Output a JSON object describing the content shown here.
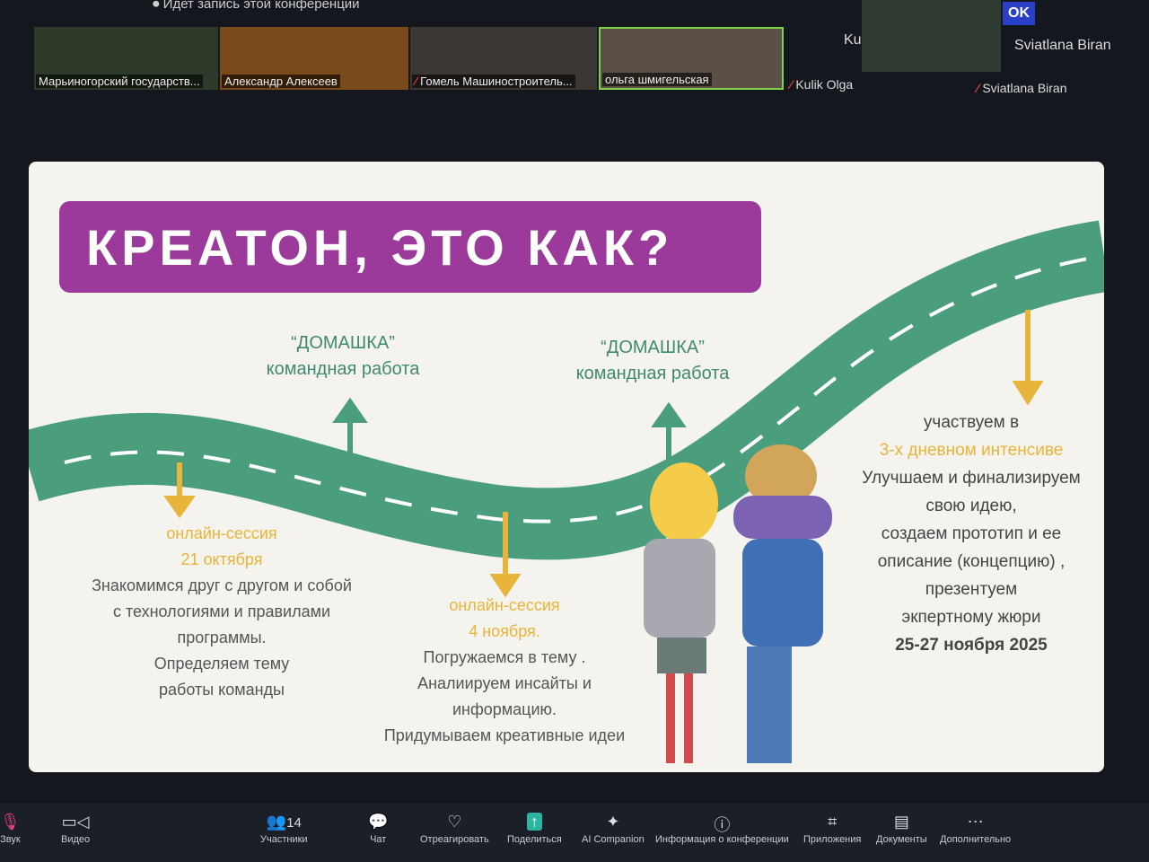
{
  "recording_notice": "Идет запись этой конференции",
  "participants_strip": [
    {
      "name": "Марьиногорский государств...",
      "muted": false
    },
    {
      "name": "Александр Алексеев",
      "muted": false
    },
    {
      "name": "Гомель Машиностроитель...",
      "muted": true
    },
    {
      "name": "ольга шмигельская",
      "muted": false,
      "active_speaker": true
    }
  ],
  "side_participants": [
    {
      "name": "Kulik Olga",
      "short": "Ku",
      "muted": true
    },
    {
      "name": "Sviatlana Biran",
      "muted": true,
      "badge": "OK"
    }
  ],
  "slide": {
    "title": "КРЕАТОН, ЭТО КАК?",
    "homework1": {
      "title": "“ДОМАШКА”",
      "sub": "командная работа"
    },
    "homework2": {
      "title": "“ДОМАШКА”",
      "sub": "командная работа"
    },
    "step1": {
      "label": "онлайн-сессия",
      "date": "21 октября",
      "lines": [
        "Знакомимся друг с другом и собой",
        "с технологиями и правилами",
        "программы.",
        "Определяем тему",
        "работы команды"
      ]
    },
    "step2": {
      "label": "онлайн-сессия",
      "date": "4 ноября.",
      "lines": [
        "Погружаемся в тему .",
        "Аналиируем инсайты и",
        "информацию.",
        "Придумываем креативные идеи"
      ]
    },
    "step3": {
      "intro": "участвуем в",
      "highlight": "3-х дневном интенсиве",
      "lines": [
        "Улучшаем и финализируем",
        "свою  идею,",
        "создаем прототип и ее",
        "описание (концепцию) ,",
        "презентуем",
        "экпертному жюри"
      ],
      "date": "25-27 ноября 2025"
    }
  },
  "toolbar": {
    "audio": "Звук",
    "video": "Видео",
    "participants": "Участники",
    "participants_count": "14",
    "chat": "Чат",
    "react": "Отреагировать",
    "share": "Поделиться",
    "ai": "AI Companion",
    "info": "Информация о конференции",
    "apps": "Приложения",
    "docs": "Документы",
    "more": "Дополнительно"
  },
  "colors": {
    "purple": "#9b3a9a",
    "road": "#4a9e7e",
    "yellow": "#e8b43a",
    "share": "#2bb5a0"
  }
}
